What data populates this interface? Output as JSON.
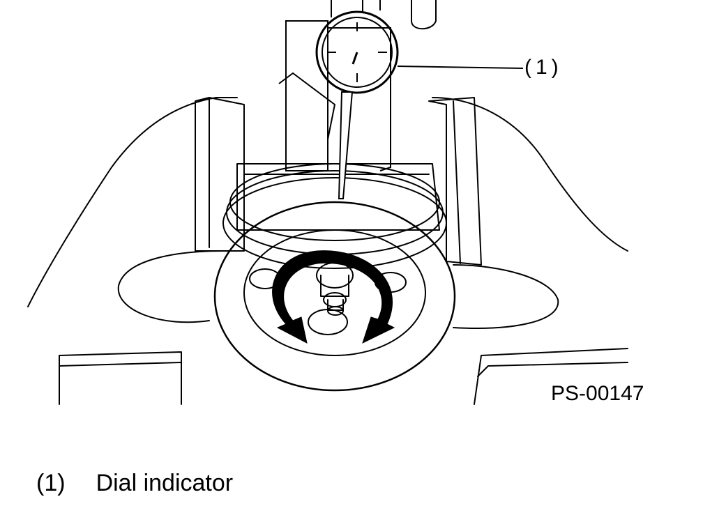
{
  "diagram": {
    "callout_number": "(1)",
    "figure_code": "PS-00147",
    "line_color": "#000000",
    "background_color": "#ffffff"
  },
  "legend": {
    "number": "(1)",
    "text": "Dial indicator"
  },
  "icons": [
    "dial-indicator",
    "rotation-arrow-left",
    "rotation-arrow-right",
    "crankshaft-pulley"
  ]
}
